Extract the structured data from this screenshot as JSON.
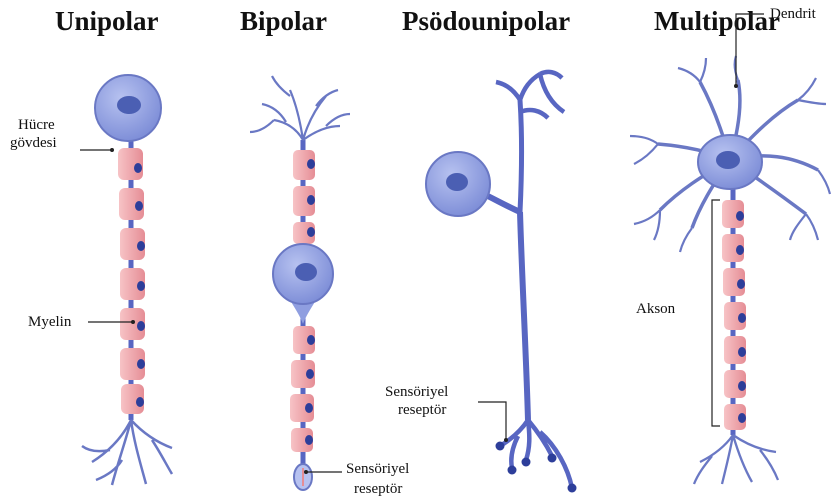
{
  "titles": {
    "unipolar": "Unipolar",
    "bipolar": "Bipolar",
    "pseudounipolar": "Psödounipolar",
    "multipolar": "Multipolar"
  },
  "labels": {
    "cell_body_line1": "Hücre",
    "cell_body_line2": "gövdesi",
    "myelin": "Myelin",
    "sensory_receptor_bipolar_line1": "Sensöriyel",
    "sensory_receptor_bipolar_line2": "reseptör",
    "sensory_receptor_pseudo_line1": "Sensöriyel",
    "sensory_receptor_pseudo_line2": "reseptör",
    "dendrite": "Dendrit",
    "axon": "Akson"
  },
  "colors": {
    "neuron_body": "#8f9ee0",
    "neuron_stroke": "#6a78c4",
    "nucleus": "#4b5fb3",
    "axon": "#5866c2",
    "myelin": "#f2a9ae",
    "myelin_shade": "#e08a91",
    "schwann_nucleus": "#2d3e9a"
  }
}
